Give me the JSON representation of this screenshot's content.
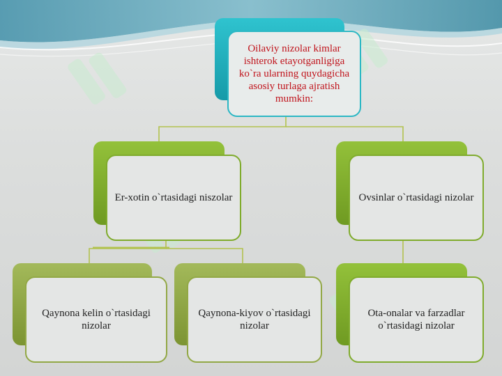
{
  "root": {
    "text": "Oilaviy nizolar kimlar ishterok etayotganligiga ko`ra ularning quydagicha asosiy turlaga ajratish mumkin:"
  },
  "level1": [
    {
      "text": "Er-xotin o`rtasidagi niszolar"
    },
    {
      "text": "Ovsinlar o`rtasidagi nizolar"
    }
  ],
  "level2": [
    {
      "text": "Qaynona kelin o`rtasidagi nizolar"
    },
    {
      "text": "Qaynona-kiyov o`rtasidagi nizolar"
    },
    {
      "text": "Ota-onalar va farzadlar o`rtasidagi nizolar"
    }
  ],
  "colors": {
    "root_text": "#c0141c",
    "teal_accent": "#1fb0bd",
    "green_accent": "#7fab2c",
    "olive_accent": "#92a845",
    "connector": "#b2c24e"
  }
}
